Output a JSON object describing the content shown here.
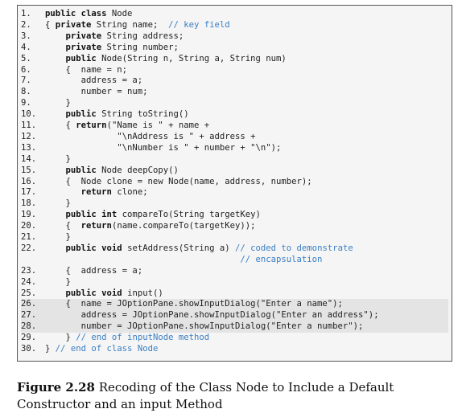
{
  "code_lines": [
    {
      "n": "1.",
      "parts": [
        {
          "t": "public class",
          "k": 1
        },
        {
          "t": " Node"
        }
      ]
    },
    {
      "n": "2.",
      "parts": [
        {
          "t": "{ "
        },
        {
          "t": "private",
          "k": 1
        },
        {
          "t": " String name;  "
        },
        {
          "t": "// key field",
          "c": 1
        }
      ]
    },
    {
      "n": "3.",
      "parts": [
        {
          "t": "    "
        },
        {
          "t": "private",
          "k": 1
        },
        {
          "t": " String address;"
        }
      ]
    },
    {
      "n": "4.",
      "parts": [
        {
          "t": "    "
        },
        {
          "t": "private",
          "k": 1
        },
        {
          "t": " String number;"
        }
      ]
    },
    {
      "n": "5.",
      "parts": [
        {
          "t": "    "
        },
        {
          "t": "public",
          "k": 1
        },
        {
          "t": " Node(String n, String a, String num)"
        }
      ]
    },
    {
      "n": "6.",
      "parts": [
        {
          "t": "    {  name = n;"
        }
      ]
    },
    {
      "n": "7.",
      "parts": [
        {
          "t": "       address = a;"
        }
      ]
    },
    {
      "n": "8.",
      "parts": [
        {
          "t": "       number = num;"
        }
      ]
    },
    {
      "n": "9.",
      "parts": [
        {
          "t": "    }"
        }
      ]
    },
    {
      "n": "10.",
      "parts": [
        {
          "t": "    "
        },
        {
          "t": "public",
          "k": 1
        },
        {
          "t": " String toString()"
        }
      ]
    },
    {
      "n": "11.",
      "parts": [
        {
          "t": "    { "
        },
        {
          "t": "return",
          "k": 1
        },
        {
          "t": "(\"Name is \" + name +"
        }
      ]
    },
    {
      "n": "12.",
      "parts": [
        {
          "t": "              \"\\nAddress is \" + address +"
        }
      ]
    },
    {
      "n": "13.",
      "parts": [
        {
          "t": "              \"\\nNumber is \" + number + \"\\n\");"
        }
      ]
    },
    {
      "n": "14.",
      "parts": [
        {
          "t": "    }"
        }
      ]
    },
    {
      "n": "15.",
      "parts": [
        {
          "t": "    "
        },
        {
          "t": "public",
          "k": 1
        },
        {
          "t": " Node deepCopy()"
        }
      ]
    },
    {
      "n": "16.",
      "parts": [
        {
          "t": "    {  Node clone = new Node(name, address, number);"
        }
      ]
    },
    {
      "n": "17.",
      "parts": [
        {
          "t": "       "
        },
        {
          "t": "return",
          "k": 1
        },
        {
          "t": " clone;"
        }
      ]
    },
    {
      "n": "18.",
      "parts": [
        {
          "t": "    }"
        }
      ]
    },
    {
      "n": "19.",
      "parts": [
        {
          "t": "    "
        },
        {
          "t": "public int",
          "k": 1
        },
        {
          "t": " compareTo(String targetKey)"
        }
      ]
    },
    {
      "n": "20.",
      "parts": [
        {
          "t": "    {  "
        },
        {
          "t": "return",
          "k": 1
        },
        {
          "t": "(name.compareTo(targetKey));"
        }
      ]
    },
    {
      "n": "21.",
      "parts": [
        {
          "t": "    }"
        }
      ]
    },
    {
      "n": "22.",
      "parts": [
        {
          "t": "    "
        },
        {
          "t": "public void",
          "k": 1
        },
        {
          "t": " setAddress(String a) "
        },
        {
          "t": "// coded to demonstrate",
          "c": 1
        }
      ]
    },
    {
      "n": "",
      "parts": [
        {
          "t": "                                      "
        },
        {
          "t": "// encapsulation",
          "c": 1
        }
      ]
    },
    {
      "n": "23.",
      "parts": [
        {
          "t": "    {  address = a;"
        }
      ]
    },
    {
      "n": "24.",
      "parts": [
        {
          "t": "    }"
        }
      ]
    },
    {
      "n": "25.",
      "parts": [
        {
          "t": "    "
        },
        {
          "t": "public void",
          "k": 1
        },
        {
          "t": " input()"
        }
      ]
    },
    {
      "n": "26.",
      "hl": true,
      "parts": [
        {
          "t": "    {  name = JOptionPane.showInputDialog(\"Enter a name\");"
        }
      ]
    },
    {
      "n": "27.",
      "hl": true,
      "parts": [
        {
          "t": "       address = JOptionPane.showInputDialog(\"Enter an address\");"
        }
      ]
    },
    {
      "n": "28.",
      "hl": true,
      "parts": [
        {
          "t": "       number = JOptionPane.showInputDialog(\"Enter a number\");"
        }
      ]
    },
    {
      "n": "29.",
      "parts": [
        {
          "t": "    } "
        },
        {
          "t": "// end of inputNode method",
          "c": 1
        }
      ]
    },
    {
      "n": "30.",
      "parts": [
        {
          "t": "} "
        },
        {
          "t": "// end of class Node",
          "c": 1
        }
      ]
    }
  ],
  "caption": {
    "label": "Figure 2.28",
    "text": " Recoding of the Class Node to Include a Default Constructor and an input Method"
  }
}
